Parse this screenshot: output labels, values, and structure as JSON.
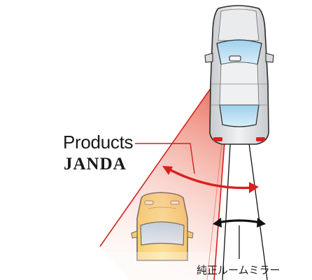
{
  "labels": {
    "product_line": "Products",
    "brand": "JANDA",
    "oem_mirror": "純正ルームミラー"
  },
  "colors": {
    "wide_view_fill": "#e85a4a",
    "wide_view_line": "#d9201e",
    "standard_view_line": "#111111",
    "own_car_body": "#e4e6e8",
    "own_car_glass": "#bfe0f2",
    "following_car_body": "#f7d24a"
  }
}
